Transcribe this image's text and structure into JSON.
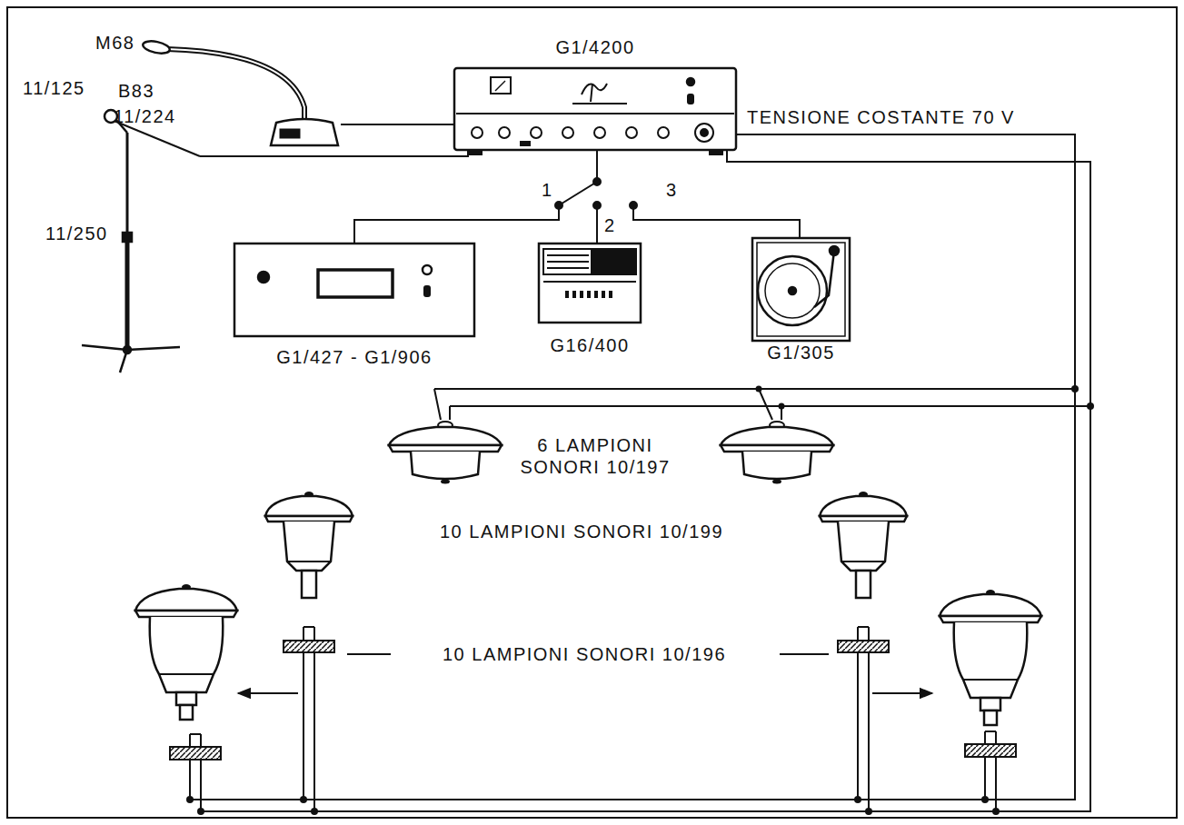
{
  "diagram": {
    "nodes": [
      {
        "text": [
          "M68",
          "B83",
          "11/224"
        ]
      },
      {
        "text": [
          "11/125",
          "11/250"
        ]
      },
      {
        "text": [
          "G1/4200"
        ]
      },
      {
        "text": [
          "G1/427 - G1/906"
        ]
      },
      {
        "text": [
          "G16/400"
        ]
      },
      {
        "text": [
          "G1/305"
        ]
      }
    ],
    "edges": [
      {
        "from": 0,
        "to": 2,
        "arrow": "none"
      },
      {
        "from": 1,
        "to": 2,
        "arrow": "none"
      },
      {
        "from": 2,
        "to": 3,
        "arrow": "none"
      }
    ],
    "labels": [
      "TENSIONE COSTANTE 70 V",
      "1",
      "2",
      "3",
      "6 LAMPIONI SONORI 10/197",
      "10 LAMPIONI SONORI 10/199",
      "10 LAMPIONI SONORI 10/196"
    ]
  }
}
